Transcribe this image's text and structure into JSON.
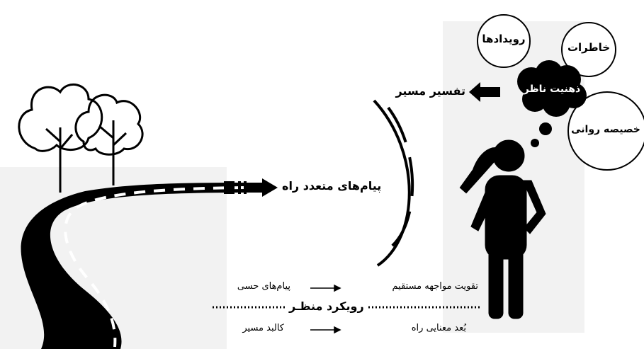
{
  "bubbles": {
    "events": "رویدادها",
    "memories": "خاطرات",
    "observer_mind": "ذهنیت ناظر",
    "psych_trait": "خصیصه روانی"
  },
  "labels": {
    "path_interpretation": "تفسیر مسیر",
    "multiple_messages": "پیام‌های متعدد راه",
    "perspective": "رویکرد منظـر"
  },
  "rows": [
    {
      "left": "پیام‌های حسی",
      "right": "تقویت مواجهه مستقیم"
    },
    {
      "left": "کالبد مسیر",
      "right": "بُعد معنایی راه"
    }
  ],
  "colors": {
    "ink": "#000000",
    "panel": "#f2f2f2"
  }
}
